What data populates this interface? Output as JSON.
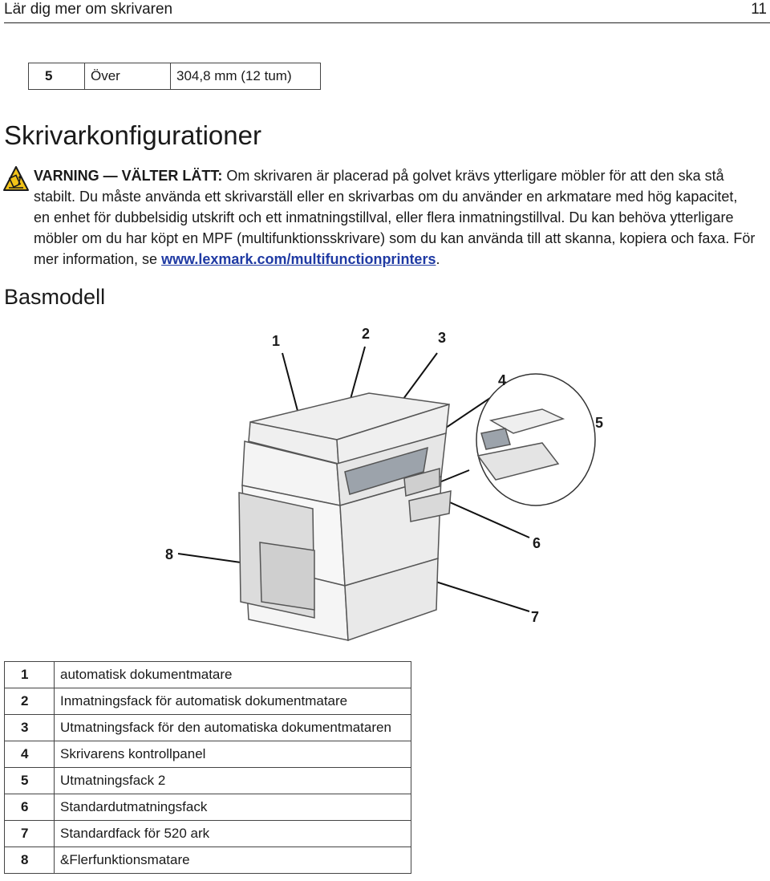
{
  "header": {
    "section": "Lär dig mer om skrivaren",
    "page_number": "11"
  },
  "size_row": {
    "num": "5",
    "label": "Över",
    "value": "304,8 mm (12 tum)"
  },
  "title": "Skrivarkonfigurationer",
  "warning": {
    "label": "VARNING — VÄLTER LÄTT:",
    "text": " Om skrivaren är placerad på golvet krävs ytterligare möbler för att den ska stå stabilt. Du måste använda ett skrivarställ eller en skrivarbas om du använder en arkmatare med hög kapacitet, en enhet för dubbelsidig utskrift och ett inmatningstillval, eller flera inmatningstillval. Du kan behöva ytterligare möbler om du har köpt en MPF (multifunktionsskrivare) som du kan använda till att skanna, kopiera och faxa. För mer information, se ",
    "link": "www.lexmark.com/multifunctionprinters",
    "end": "."
  },
  "subtitle": "Basmodell",
  "callouts": [
    "1",
    "2",
    "3",
    "4",
    "5",
    "6",
    "7",
    "8"
  ],
  "parts": [
    {
      "num": "1",
      "label": "automatisk dokumentmatare"
    },
    {
      "num": "2",
      "label": "Inmatningsfack för automatisk dokumentmatare"
    },
    {
      "num": "3",
      "label": "Utmatningsfack för den automatiska dokumentmataren"
    },
    {
      "num": "4",
      "label": "Skrivarens kontrollpanel"
    },
    {
      "num": "5",
      "label": "Utmatningsfack 2"
    },
    {
      "num": "6",
      "label": "Standardutmatningsfack"
    },
    {
      "num": "7",
      "label": "Standardfack för 520 ark"
    },
    {
      "num": "8",
      "label": "&Flerfunktionsmatare"
    }
  ],
  "colors": {
    "link": "#1f3aa3",
    "warning_icon": "#f2c318"
  },
  "icons": {
    "warning": "tip-over-warning-icon"
  }
}
